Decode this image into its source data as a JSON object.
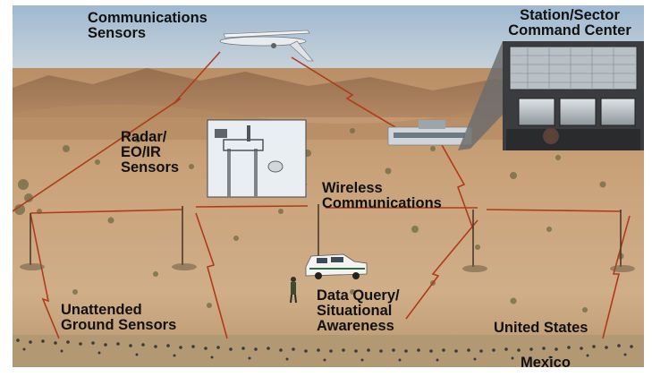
{
  "labels": {
    "communications_sensors": "Communications\nSensors",
    "command_center": "Station/Sector\nCommand Center",
    "radar_sensors": "Radar/\nEO/IR\nSensors",
    "wireless": "Wireless\nCommunications",
    "unattended_sensors": "Unattended\nGround Sensors",
    "data_query": "Data Query/\nSituational\nAwareness",
    "united_states": "United States",
    "mexico": "Mexico"
  },
  "icons": {
    "drone": "uav-drone-icon",
    "tower": "sensor-tower-icon",
    "building": "command-building-icon",
    "vehicle": "patrol-vehicle-icon",
    "agent": "field-agent-icon",
    "monitor_room": "monitor-console-icon"
  },
  "colors": {
    "sky_top": "#a9c2d8",
    "desert": "#c9a27a",
    "desert_dark": "#9e7450",
    "link_red": "#b23a1b",
    "text": "#111111"
  }
}
